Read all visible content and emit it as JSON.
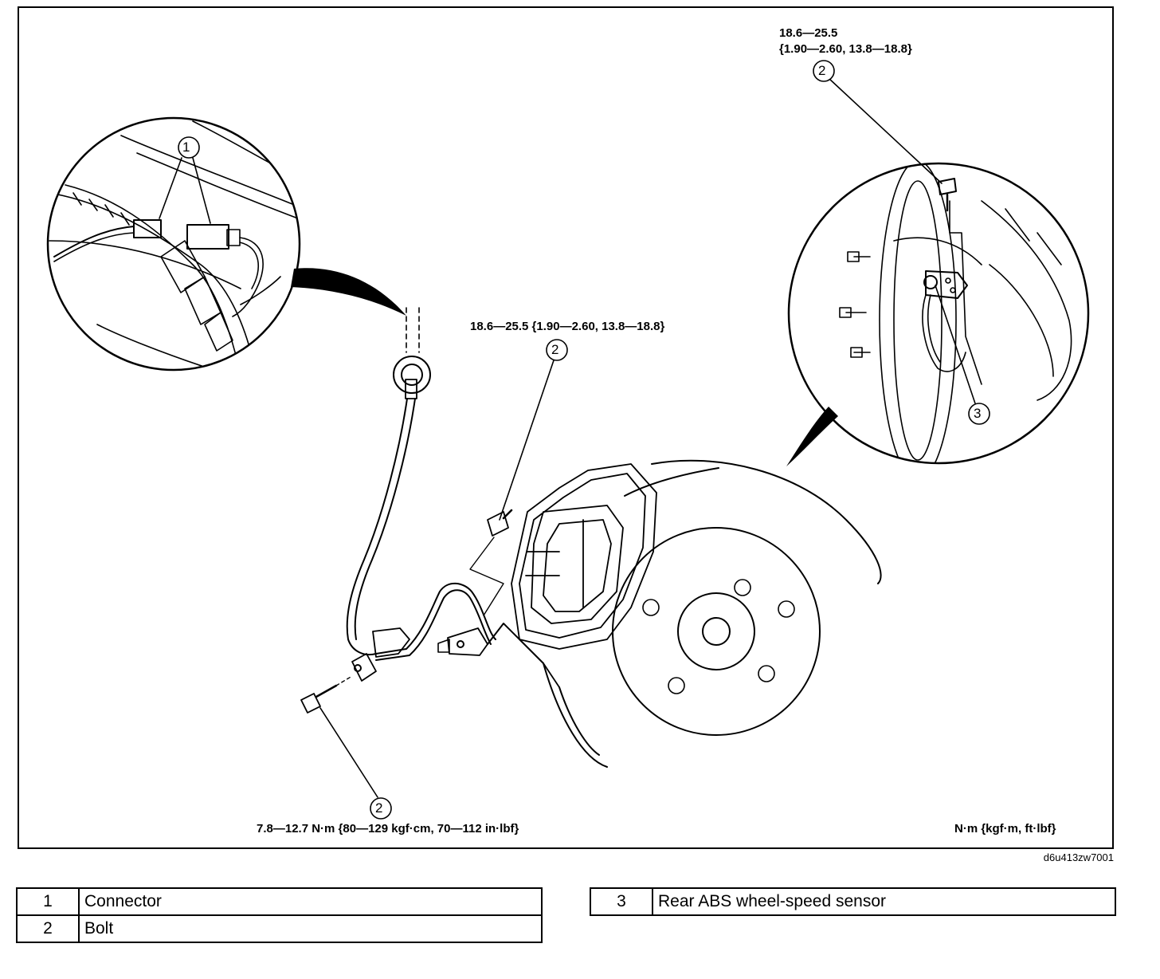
{
  "callouts": {
    "c1": "1",
    "c2_top_right": "2",
    "c2_center": "2",
    "c2_bottom": "2",
    "c3": "3"
  },
  "torque": {
    "top_right_line1": "18.6—25.5",
    "top_right_line2": "{1.90—2.60, 13.8—18.8}",
    "center": "18.6—25.5 {1.90—2.60, 13.8—18.8}",
    "bottom": "7.8—12.7 N·m {80—129 kgf·cm, 70—112 in·lbf}",
    "units": "N·m {kgf·m, ft·lbf}"
  },
  "figure_code": "d6u413zw7001",
  "legend": {
    "left": [
      {
        "num": "1",
        "label": "Connector"
      },
      {
        "num": "2",
        "label": "Bolt"
      }
    ],
    "right": [
      {
        "num": "3",
        "label": "Rear ABS wheel-speed sensor"
      }
    ]
  },
  "colors": {
    "line": "#000000",
    "background": "#ffffff"
  }
}
